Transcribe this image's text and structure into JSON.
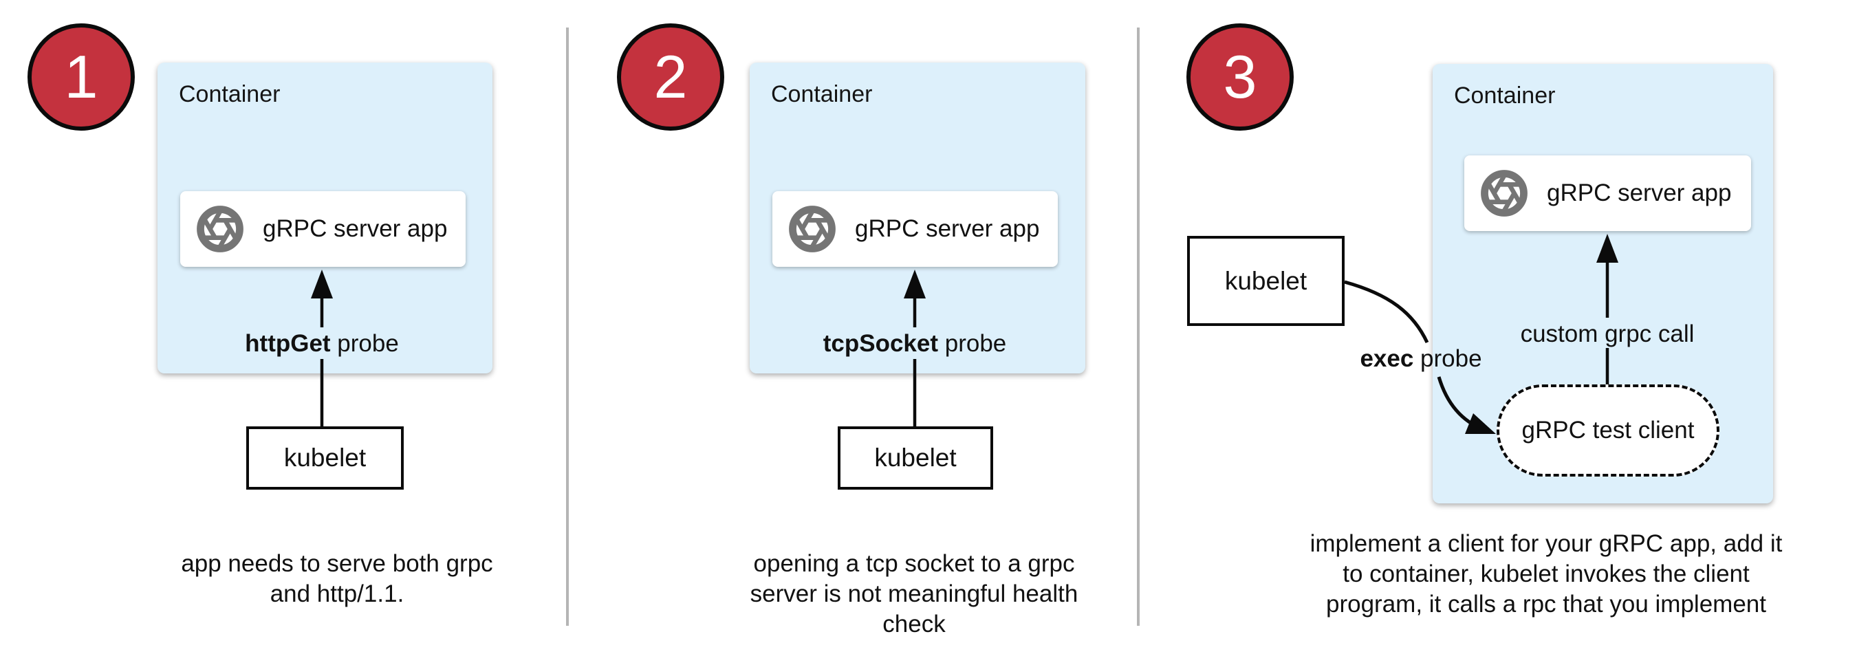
{
  "panels": [
    {
      "number": "1",
      "container_label": "Container",
      "app_label": "gRPC server app",
      "app_icon": "aperture",
      "probe_label_bold": "httpGet",
      "probe_label_rest": " probe",
      "kubelet_label": "kubelet",
      "caption_lines": [
        "app needs to serve both grpc",
        "and http/1.1."
      ]
    },
    {
      "number": "2",
      "container_label": "Container",
      "app_label": "gRPC server app",
      "app_icon": "aperture",
      "probe_label_bold": "tcpSocket",
      "probe_label_rest": " probe",
      "kubelet_label": "kubelet",
      "caption_lines": [
        "opening a tcp socket to a grpc",
        "server is not meaningful health",
        "check"
      ]
    },
    {
      "number": "3",
      "container_label": "Container",
      "app_label": "gRPC server app",
      "app_icon": "aperture",
      "exec_label_bold": "exec",
      "exec_label_rest": " probe",
      "custom_call_label": "custom grpc call",
      "test_client_label": "gRPC test client",
      "kubelet_label": "kubelet",
      "caption_lines": [
        "implement a client for your gRPC app, add it",
        "to container, kubelet invokes the client",
        "program, it calls a rpc that you implement"
      ]
    }
  ],
  "colors": {
    "container_fill": "#ddf0fb",
    "badge_red": "#c4323e",
    "icon_gray": "#757575",
    "divider_gray": "#b5b5b5"
  }
}
